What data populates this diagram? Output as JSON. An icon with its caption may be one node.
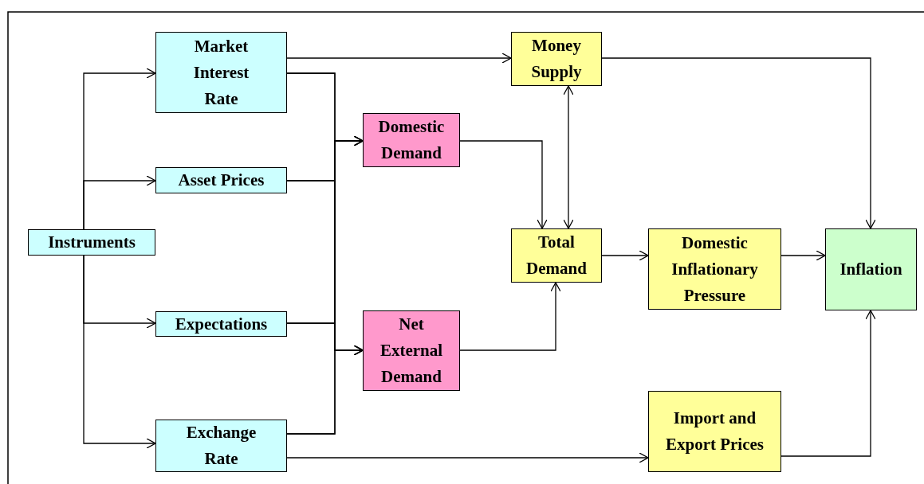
{
  "diagram": {
    "nodes": [
      {
        "text": [
          "Instruments"
        ]
      },
      {
        "text": [
          "Market Interest Rate"
        ]
      },
      {
        "text": [
          "Asset Prices"
        ]
      },
      {
        "text": [
          "Expectations"
        ]
      },
      {
        "text": [
          "Exchange Rate"
        ]
      },
      {
        "text": [
          "Domestic Demand"
        ]
      },
      {
        "text": [
          "Net External Demand"
        ]
      },
      {
        "text": [
          "Money Supply"
        ]
      },
      {
        "text": [
          "Total Demand"
        ]
      },
      {
        "text": [
          "Domestic Inflationary Pressure"
        ]
      },
      {
        "text": [
          "Inflation"
        ]
      },
      {
        "text": [
          "Import and Export Prices"
        ]
      }
    ],
    "edges": [
      {
        "from": 0,
        "to": 1,
        "arrow": "to"
      },
      {
        "from": 0,
        "to": 2,
        "arrow": "to"
      },
      {
        "from": 0,
        "to": 3,
        "arrow": "to"
      },
      {
        "from": 0,
        "to": 4,
        "arrow": "to"
      },
      {
        "from": 1,
        "to": 5,
        "arrow": "to"
      },
      {
        "from": 1,
        "to": 6,
        "arrow": "to"
      },
      {
        "from": 2,
        "to": 5,
        "arrow": "to"
      },
      {
        "from": 2,
        "to": 6,
        "arrow": "to"
      },
      {
        "from": 3,
        "to": 5,
        "arrow": "to"
      },
      {
        "from": 3,
        "to": 6,
        "arrow": "to"
      },
      {
        "from": 4,
        "to": 5,
        "arrow": "to"
      },
      {
        "from": 4,
        "to": 6,
        "arrow": "to"
      },
      {
        "from": 1,
        "to": 7,
        "arrow": "to"
      },
      {
        "from": 5,
        "to": 8,
        "arrow": "to"
      },
      {
        "from": 6,
        "to": 8,
        "arrow": "to"
      },
      {
        "from": 7,
        "to": 8,
        "arrow": "both"
      },
      {
        "from": 7,
        "to": 10,
        "arrow": "to"
      },
      {
        "from": 8,
        "to": 9,
        "arrow": "to"
      },
      {
        "from": 9,
        "to": 10,
        "arrow": "to"
      },
      {
        "from": 4,
        "to": 11,
        "arrow": "to"
      },
      {
        "from": 11,
        "to": 10,
        "arrow": "to"
      }
    ]
  }
}
